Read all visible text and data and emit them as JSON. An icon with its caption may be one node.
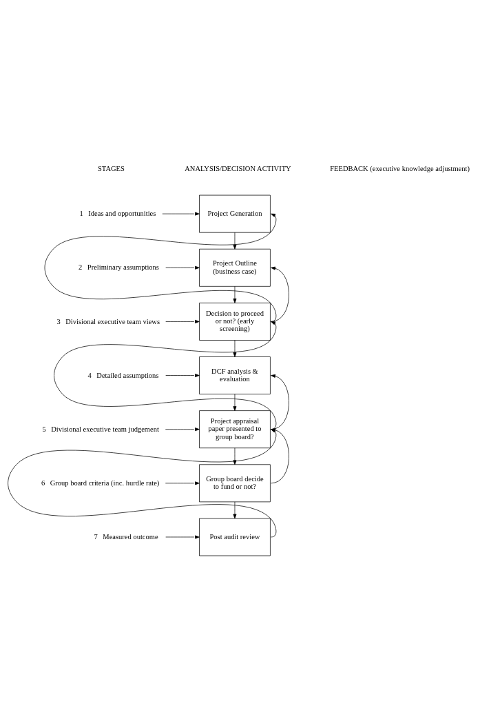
{
  "diagram": {
    "nodes": [
      {
        "text": [
          "1",
          "Ideas and opportunities"
        ]
      },
      {
        "text": [
          "Project Generation"
        ]
      },
      {
        "text": [
          "2",
          "Preliminary assumptions"
        ]
      },
      {
        "text": [
          "Project Outline (business case)"
        ]
      },
      {
        "text": [
          "3",
          "Divisional executive team views"
        ]
      },
      {
        "text": [
          "Decision to proceed or not? (early screening)"
        ]
      },
      {
        "text": [
          "4",
          "Detailed assumptions"
        ]
      },
      {
        "text": [
          "DCF analysis & evaluation"
        ]
      },
      {
        "text": [
          "5",
          "Divisional executive team judgement"
        ]
      },
      {
        "text": [
          "Project appraisal paper presented to group board?"
        ]
      },
      {
        "text": [
          "6",
          "Group board criteria (inc. hurdle rate)"
        ]
      },
      {
        "text": [
          "Group board decide to fund or not?"
        ]
      },
      {
        "text": [
          "7",
          "Measured outcome"
        ]
      },
      {
        "text": [
          "Post audit review"
        ]
      }
    ],
    "edges": [
      {
        "from": 0,
        "to": 1,
        "arrow": "to"
      },
      {
        "from": 1,
        "to": 3,
        "arrow": "to"
      },
      {
        "from": 2,
        "to": 3,
        "arrow": "to"
      },
      {
        "from": 3,
        "to": 5,
        "arrow": "to"
      },
      {
        "from": 4,
        "to": 5,
        "arrow": "to"
      },
      {
        "from": 5,
        "to": 3,
        "arrow": "to"
      },
      {
        "from": 5,
        "to": 1,
        "arrow": "to"
      },
      {
        "from": 5,
        "to": 7,
        "arrow": "to"
      },
      {
        "from": 6,
        "to": 7,
        "arrow": "to"
      },
      {
        "from": 7,
        "to": 9,
        "arrow": "to"
      },
      {
        "from": 8,
        "to": 9,
        "arrow": "to"
      },
      {
        "from": 9,
        "to": 5,
        "arrow": "to"
      },
      {
        "from": 9,
        "to": 7,
        "arrow": "to"
      },
      {
        "from": 9,
        "to": 11,
        "arrow": "to"
      },
      {
        "from": 10,
        "to": 11,
        "arrow": "to"
      },
      {
        "from": 11,
        "to": 9,
        "arrow": "to"
      },
      {
        "from": 11,
        "to": 13,
        "arrow": "to"
      },
      {
        "from": 12,
        "to": 13,
        "arrow": "to"
      },
      {
        "from": 13,
        "to": 9,
        "arrow": "to"
      }
    ],
    "labels": [
      "STAGES",
      "ANALYSIS/DECISION ACTIVITY",
      "FEEDBACK (executive knowledge adjustment)"
    ]
  }
}
